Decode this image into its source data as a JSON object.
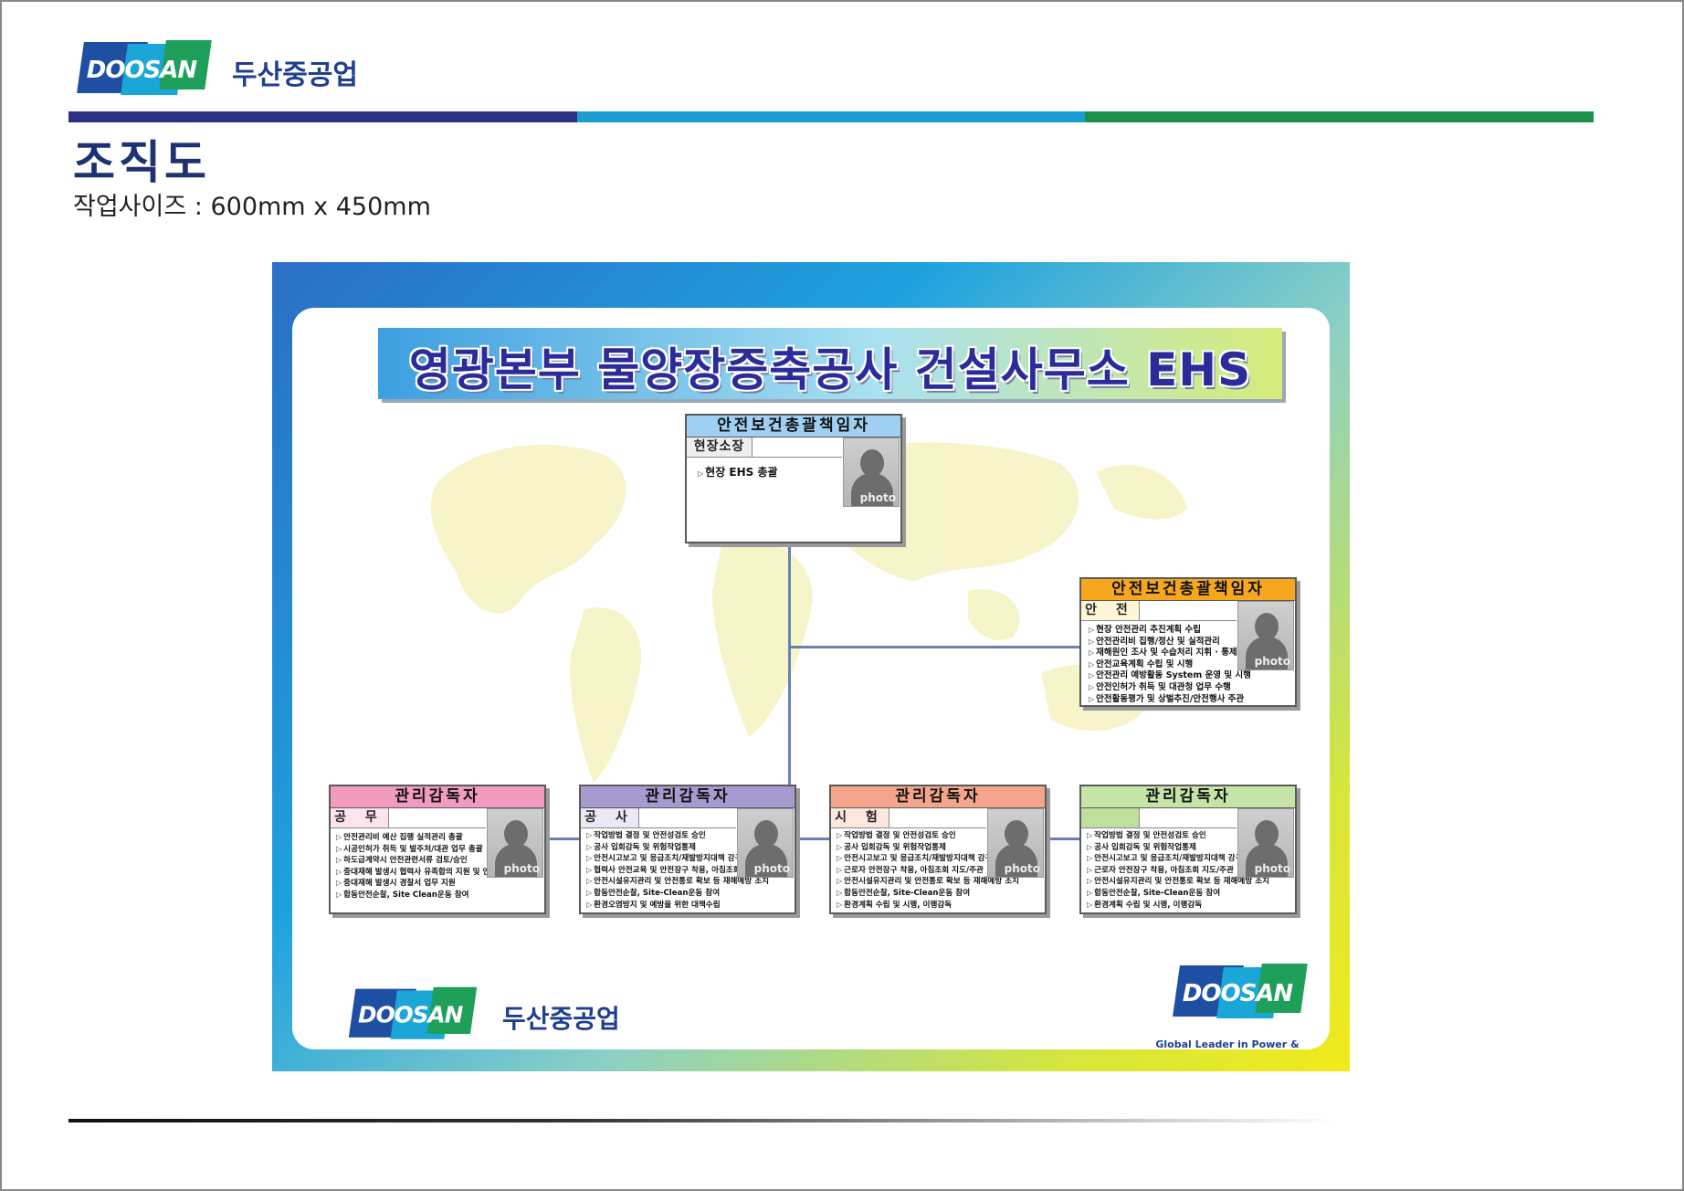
{
  "header": {
    "logo_text": "DOOSAN",
    "brand_ko": "두산중공업",
    "title": "조직도",
    "subtitle": "작업사이즈 : 600mm x 450mm"
  },
  "colors": {
    "navy": "#2b2f86",
    "sky": "#1a9dd0",
    "green": "#1c8f4a"
  },
  "poster": {
    "title": "영광본부 물양장증축공사 건설사무소 EHS",
    "top": {
      "head": "안전보건총괄책임자",
      "role": "현장소장",
      "duties": [
        "현장 EHS 총괄"
      ],
      "photo_label": "photo"
    },
    "safety": {
      "head": "안전보건총괄책임자",
      "role": "안 전",
      "duties": [
        "현장 안전관리 추진계획 수립",
        "안전관리비 집행/정산 및 실적관리",
        "재해원인 조사 및 수습처리 지휘 · 통제",
        "안전교육계획 수립 및 시행",
        "안전관리 예방활동 System 운영 및 시행",
        "안전인허가 취득 및 대관청 업무 수행",
        "안전활동평가 및 상벌추진/안전행사 주관"
      ],
      "photo_label": "photo"
    },
    "managers": [
      {
        "head": "관리감독자",
        "role": "공 무",
        "duties": [
          "안전관리비 예산 집행 실적관리 총괄",
          "시공인허가 취득 및 발주처/대관 업무 총괄",
          "하도급계약시 안전관련서류 검토/승인",
          "중대재해 발생시 협력사 유족합의 지원 및 언론기관 대응",
          "중대재해 발생시 경찰서 업무 지원",
          "합동안전순찰, Site Clean운동 참여"
        ],
        "photo_label": "photo"
      },
      {
        "head": "관리감독자",
        "role": "공 사",
        "duties": [
          "작업방법 결정 및 안전성검토 승인",
          "공사 입회감독 및 위험작업통제",
          "안전시고보고 및 응급조치/재발방지대책 강구",
          "협력사 안전교육 및 안전장구 착용, 아침조회 지도/주관",
          "안전시설유지관리 및 안전통로 확보 등 재해예방 조치",
          "합동안전순찰, Site-Clean운동 참여",
          "환경오염방지 및 예방을 위한 대책수립"
        ],
        "photo_label": "photo"
      },
      {
        "head": "관리감독자",
        "role": "시 험",
        "duties": [
          "작업방법 결정 및 안전성검토 승인",
          "공사 입회감독 및 위험작업통제",
          "안전시고보고 및 응급조치/재발방지대책 강구",
          "근로자 안전장구 착용, 아침조회 지도/주관",
          "안전시설유지관리 및 안전통로 확보 등 재해예방 조치",
          "합동안전순찰, Site-Clean운동 참여",
          "환경계획 수립 및 시행, 이행감독"
        ],
        "photo_label": "photo"
      },
      {
        "head": "관리감독자",
        "role": "",
        "duties": [
          "작업방법 결정 및 안전성검토 승인",
          "공사 입회감독 및 위험작업통제",
          "안전시고보고 및 응급조치/재발방지대책 강구",
          "근로자 안전장구 착용, 아침조회 지도/주관",
          "안전시설유지관리 및 안전통로 확보 등 재해예방 조치",
          "합동안전순찰, Site-Clean운동 참여",
          "환경계획 수립 및 시행, 이행감독"
        ],
        "photo_label": "photo"
      }
    ],
    "footer": {
      "logo_text": "DOOSAN",
      "brand_ko": "두산중공업",
      "tagline": "Global Leader in Power & Water"
    }
  }
}
